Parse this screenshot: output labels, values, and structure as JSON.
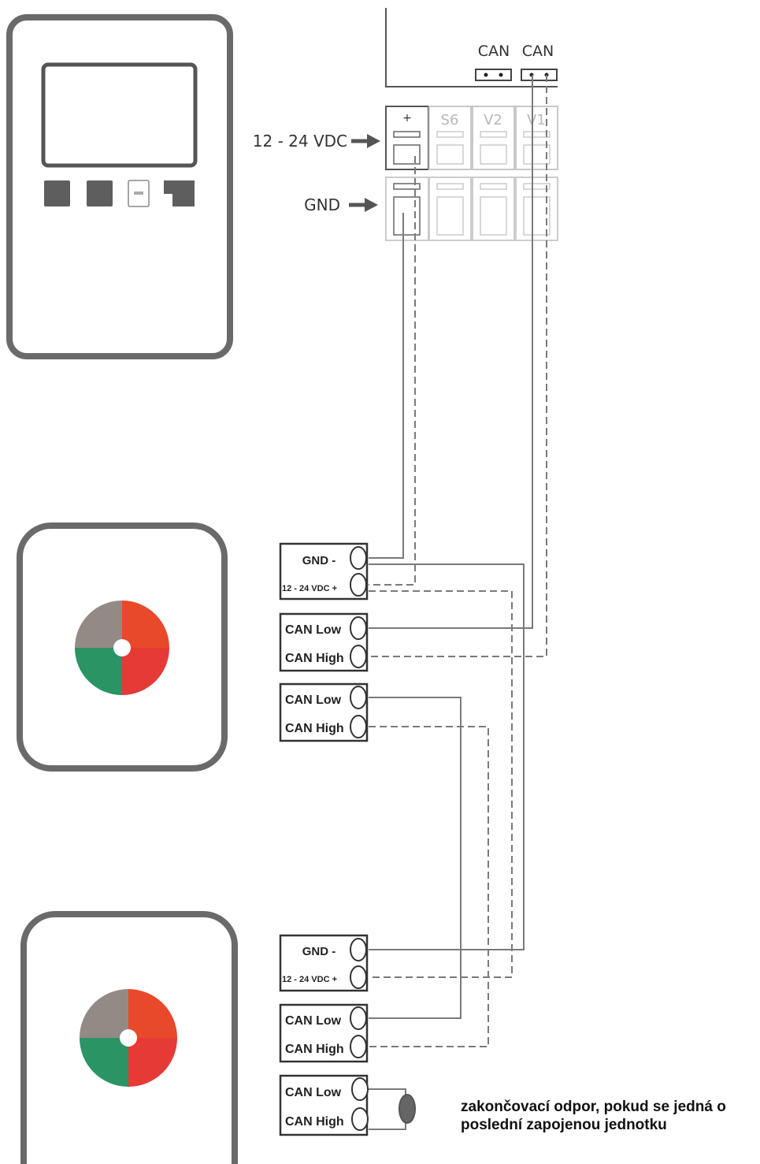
{
  "controller": {
    "can_label_1": "CAN",
    "can_label_2": "CAN",
    "terminals": [
      "+",
      "S6",
      "V2",
      "V1"
    ],
    "power_label": "12 - 24 VDC",
    "gnd_label": "GND"
  },
  "sensor_1": {
    "blocks": [
      [
        "GND -",
        "12 - 24 VDC +"
      ],
      [
        "CAN Low",
        "CAN High"
      ],
      [
        "CAN Low",
        "CAN High"
      ]
    ]
  },
  "sensor_2": {
    "blocks": [
      [
        "GND -",
        "12 - 24 VDC +"
      ],
      [
        "CAN Low",
        "CAN High"
      ],
      [
        "CAN Low",
        "CAN High"
      ]
    ]
  },
  "note": {
    "line1": "zakončovací odpor, pokud se jedná o",
    "line2": "poslední zapojenou jednotku"
  },
  "colors": {
    "outline": "#5a5a5a",
    "wire": "#7a7a7a",
    "sensor_grey": "#938a85",
    "sensor_orange": "#e8492a",
    "sensor_green": "#2a9464",
    "sensor_red": "#e53a36"
  }
}
